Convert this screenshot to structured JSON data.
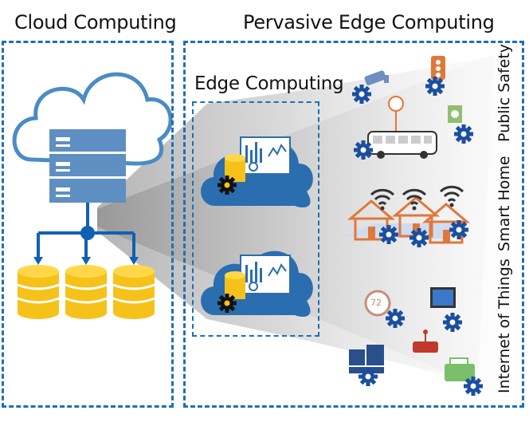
{
  "titles": {
    "cloud": "Cloud Computing",
    "pervasive": "Pervasive Edge Computing",
    "edge": "Edge Computing"
  },
  "side_labels": {
    "public_safety": "Public Safety",
    "smart_home": "Smart Home",
    "iot": "Internet of Things"
  },
  "device_text": {
    "thermostat": "72"
  },
  "colors": {
    "frame": "#1f6fb8",
    "cloud_outline": "#4a8cc4",
    "cloud_fill_edge": "#2a6eb0",
    "database": "#f6c21a",
    "gear": "#1a4fa0",
    "connector": "#1061b3"
  }
}
